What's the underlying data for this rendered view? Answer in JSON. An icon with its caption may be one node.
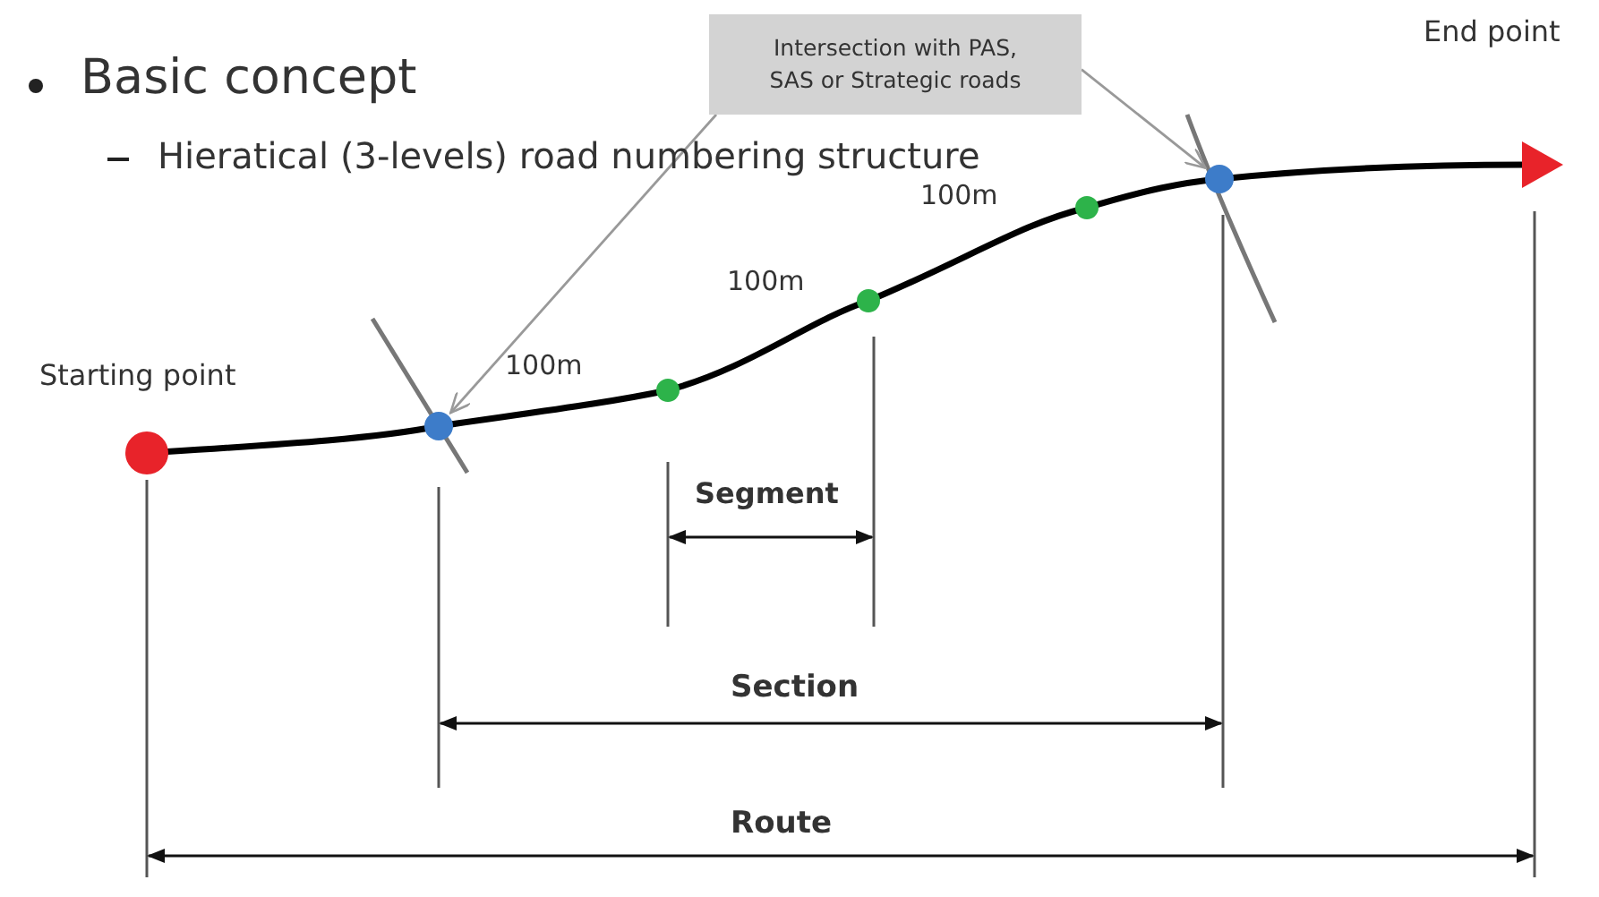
{
  "diagram": {
    "nodes": [
      {
        "text": [
          "Intersection with PAS, SAS or Strategic roads"
        ]
      },
      {
        "text": [],
        "shape": "circle"
      },
      {
        "text": [],
        "shape": "circle"
      }
    ],
    "edges": [
      {
        "from": 0,
        "to": 1,
        "arrow": "to"
      },
      {
        "from": 0,
        "to": 2,
        "arrow": "to"
      }
    ],
    "labels": [
      "Basic concept",
      "Hieratical (3-levels) road numbering structure",
      "End point",
      "100m",
      "100m",
      "Starting point",
      "100m",
      "Segment",
      "Section",
      "Route"
    ]
  }
}
